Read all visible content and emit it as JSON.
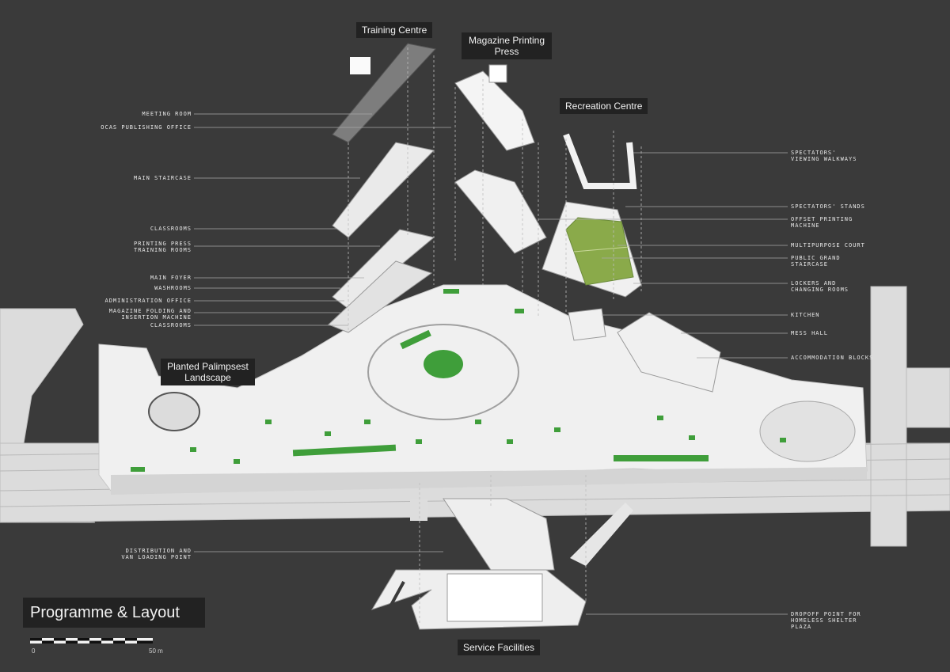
{
  "title": "Programme & Layout",
  "headings": {
    "training_centre": "Training Centre",
    "magazine_printing_press": "Magazine Printing\nPress",
    "recreation_centre": "Recreation Centre",
    "planted_palimpsest": "Planted Palimpsest\nLandscape",
    "service_facilities": "Service Facilities"
  },
  "left_labels": [
    "MEETING ROOM",
    "OCAS PUBLISHING OFFICE",
    "MAIN STAIRCASE",
    "CLASSROOMS",
    "PRINTING PRESS\nTRAINING ROOMS",
    "MAIN FOYER",
    "WASHROOMS",
    "ADMINISTRATION OFFICE",
    "MAGAZINE FOLDING AND\nINSERTION MACHINE",
    "CLASSROOMS",
    "DISTRIBUTION AND\nVAN LOADING POINT"
  ],
  "right_labels": [
    "SPECTATORS'\nVIEWING WALKWAYS",
    "SPECTATORS' STANDS",
    "OFFSET PRINTING\nMACHINE",
    "MULTIPURPOSE COURT",
    "PUBLIC GRAND\nSTAIRCASE",
    "LOCKERS AND\nCHANGING ROOMS",
    "KITCHEN",
    "MESS HALL",
    "ACCOMMODATION BLOCKS",
    "DROPOFF POINT FOR\nHOMELESS SHELTER\nPLAZA"
  ],
  "scale_bar": {
    "start": "0",
    "end": "50 m"
  },
  "colors": {
    "background": "#3a3a3a",
    "building": "#f2f2f2",
    "green": "#3f9e3a",
    "court": "#8aaa4a"
  }
}
